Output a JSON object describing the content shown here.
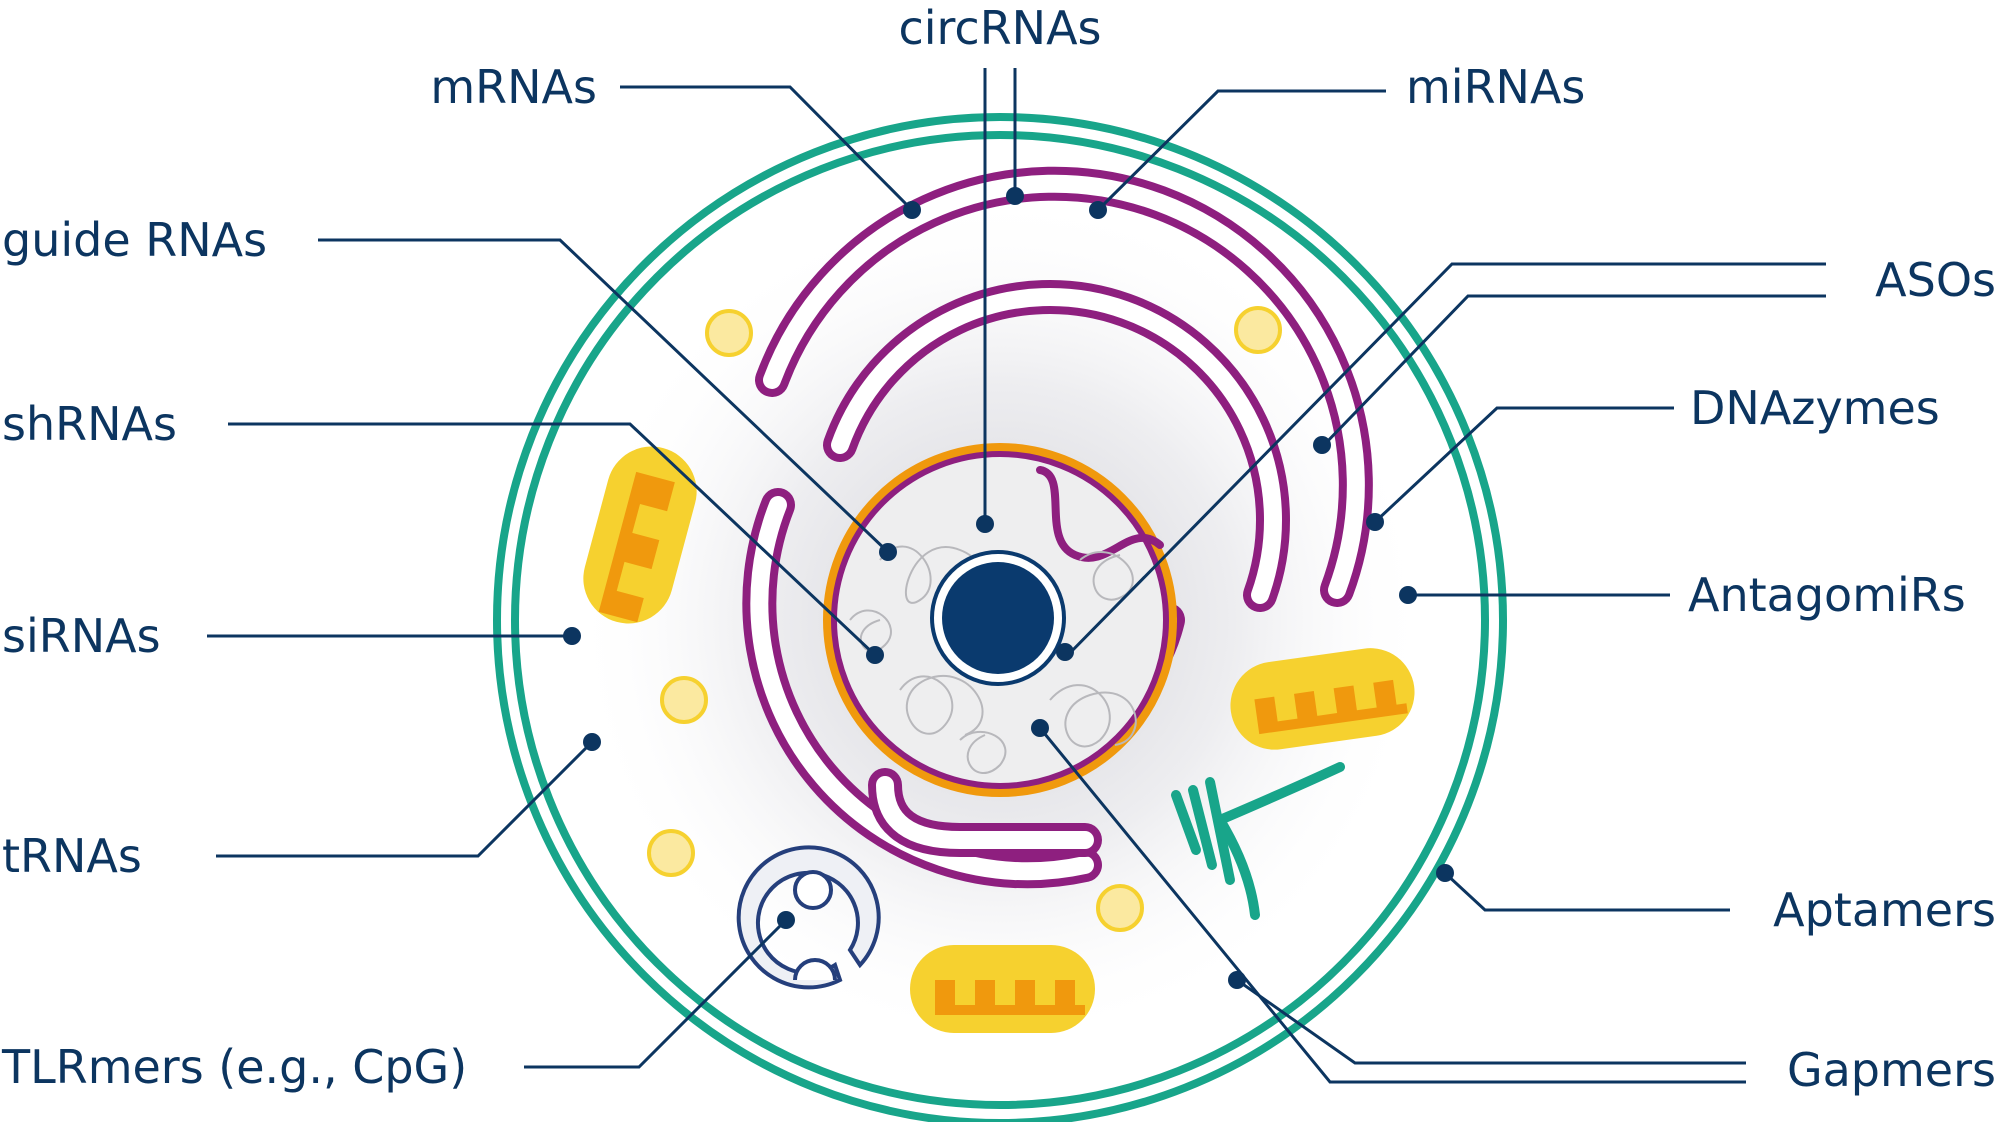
{
  "colors": {
    "membrane": "#18a58a",
    "organelle_purple": "#8e1f7f",
    "mitochondria_outer": "#f6d12f",
    "mitochondria_inner": "#f0990d",
    "vesicle": "#fbe9a0",
    "nucleolus": "#0a3a6e",
    "label_text": "#0c3560",
    "lysosome": "#253f7c"
  },
  "icons": {
    "leader_end": "dot-marker",
    "mitochondrion": "mitochondrion-icon",
    "golgi": "golgi-icon",
    "lysosome": "lysosome-icon"
  },
  "labels": {
    "circRNAs": "circRNAs",
    "mRNAs": "mRNAs",
    "miRNAs": "miRNAs",
    "guideRNAs": "guide RNAs",
    "ASOs": "ASOs",
    "shRNAs": "shRNAs",
    "DNAzymes": "DNAzymes",
    "siRNAs": "siRNAs",
    "AntagomiRs": "AntagomiRs",
    "tRNAs": "tRNAs",
    "Aptamers": "Aptamers",
    "TLRmers": "TLRmers (e.g., CpG)",
    "Gapmers": "Gapmers"
  }
}
